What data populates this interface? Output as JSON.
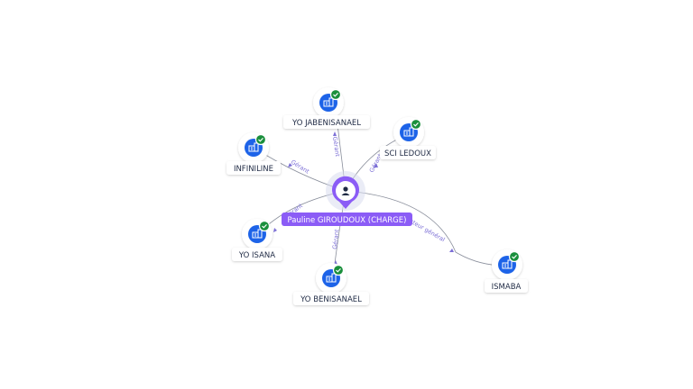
{
  "center": {
    "label": "Pauline GIROUDOUX (CHARGE)",
    "icon": "person-icon",
    "color": "#8b5cf6"
  },
  "companies": [
    {
      "id": "yo-jabenisanael",
      "label": "YO JABENISANAEL",
      "edge_label": "Gérant",
      "icon": "building-icon",
      "verified": true
    },
    {
      "id": "sci-ledoux",
      "label": "SCI LEDOUX",
      "edge_label": "Gérant",
      "icon": "building-icon",
      "verified": true
    },
    {
      "id": "infiniline",
      "label": "INFINILINE",
      "edge_label": "Gérant",
      "icon": "building-icon",
      "verified": true
    },
    {
      "id": "yo-isana",
      "label": "YO ISANA",
      "edge_label": "Gérant",
      "icon": "building-icon",
      "verified": true
    },
    {
      "id": "yo-benisanael",
      "label": "YO BENISANAEL",
      "edge_label": "Gérant",
      "icon": "building-icon",
      "verified": true
    },
    {
      "id": "ismaba",
      "label": "ISMABA",
      "edge_label": "Directeur général",
      "icon": "building-icon",
      "verified": true
    }
  ],
  "colors": {
    "company_icon": "#1d63e8",
    "verified_badge": "#1a8f3c",
    "edge": "#8a8f9c",
    "edge_label": "#7c6fd6"
  }
}
